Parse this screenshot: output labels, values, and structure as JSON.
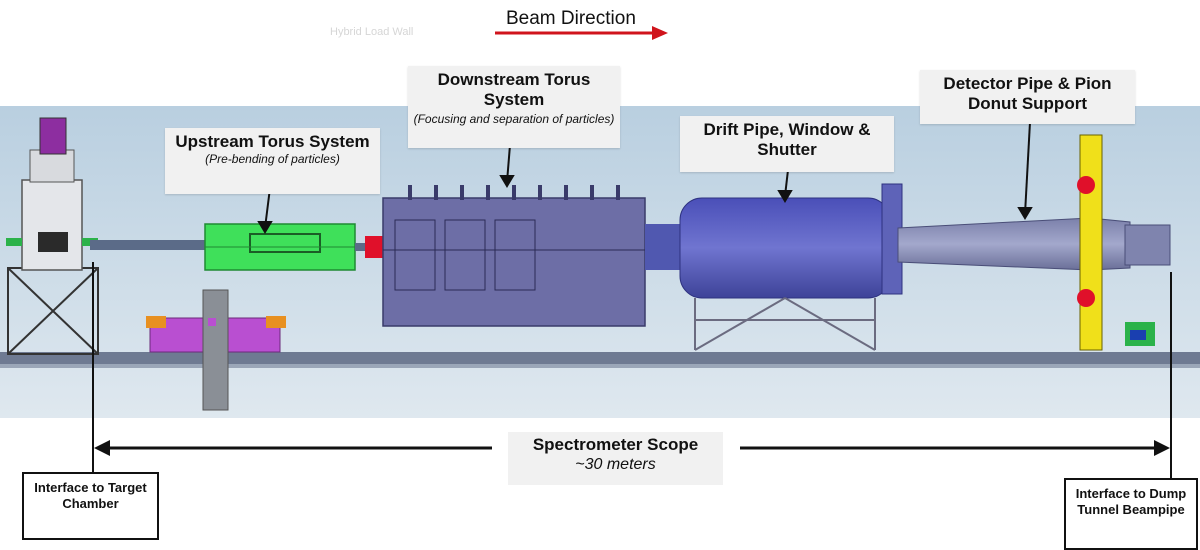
{
  "beam": {
    "label": "Beam Direction",
    "faded_text": "Hybrid Load Wall",
    "arrow_color": "#d0141c"
  },
  "labels": {
    "upstream": {
      "title": "Upstream Torus System",
      "subtitle": "(Pre-bending of particles)"
    },
    "downstream": {
      "title": "Downstream Torus System",
      "subtitle": "(Focusing and separation of particles)"
    },
    "drift": {
      "title": "Drift Pipe, Window & Shutter"
    },
    "detector": {
      "title": "Detector Pipe & Pion Donut Support"
    }
  },
  "scope": {
    "title": "Spectrometer Scope",
    "subtitle": "~30 meters"
  },
  "interfaces": {
    "target": "Interface to Target Chamber",
    "dump": "Interface to Dump Tunnel Beampipe"
  },
  "colors": {
    "background_panel": "#c5d6e4",
    "torus_upstream": "#3fe05a",
    "torus_downstream": "#6d6ea6",
    "drift_pipe": "#5a5fc0",
    "detector_pipe": "#8a8fb5",
    "support_yellow": "#f0e01a",
    "magenta_base": "#b94fd1",
    "red_flange": "#e0102a"
  }
}
